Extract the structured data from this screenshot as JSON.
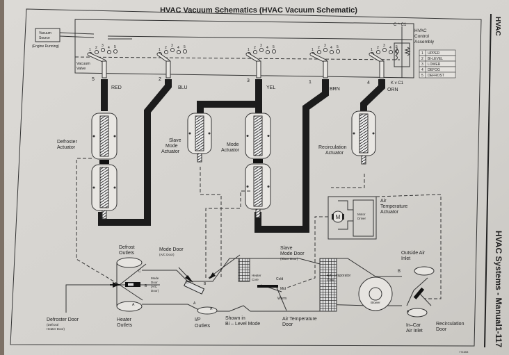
{
  "page": {
    "title": "HVAC Vacuum Schematics (HVAC Vacuum Schematic)",
    "side_tab": "HVAC",
    "side_section": "HVAC Systems - Manual",
    "page_number": "1-117",
    "figure_id": "771653"
  },
  "source": {
    "label_line1": "Vacuum",
    "label_line2": "Source",
    "note": "(Engine Running)"
  },
  "vacuum_valve_label": {
    "line1": "Vacuum",
    "line2": "Valve"
  },
  "port_numbers": [
    "1",
    "2",
    "3",
    "4",
    "5"
  ],
  "valves": [
    {
      "number": "5",
      "color": "RED"
    },
    {
      "number": "2",
      "color": "BLU"
    },
    {
      "number": "3",
      "color": "YEL"
    },
    {
      "number": "1",
      "color": "BRN"
    },
    {
      "number": "4",
      "color": "ORN"
    }
  ],
  "control_assembly": {
    "line1": "HVAC",
    "line2": "Control",
    "line3": "Assembly",
    "top_connector": "C ^ C1",
    "bottom_connector": "K v C1"
  },
  "mode_legend": [
    {
      "num": "1",
      "label": "UPPER"
    },
    {
      "num": "2",
      "label": "BI-LEVEL"
    },
    {
      "num": "3",
      "label": "LOWER"
    },
    {
      "num": "4",
      "label": "DEFOG"
    },
    {
      "num": "5",
      "label": "DEFROST"
    }
  ],
  "actuators": {
    "defroster": {
      "line1": "Defroster",
      "line2": "Actuator"
    },
    "slave_mode": {
      "line1": "Slave",
      "line2": "Mode",
      "line3": "Actuator"
    },
    "mode": {
      "line1": "Mode",
      "line2": "Actuator"
    },
    "recirculation": {
      "line1": "Recirculation",
      "line2": "Actuator"
    },
    "air_temp": {
      "line1": "Air",
      "line2": "Temperature",
      "line3": "Actuator",
      "motor": "M",
      "driver1": "Motor",
      "driver2": "Driver"
    }
  },
  "ducts": {
    "defrost_outlets": {
      "line1": "Defrost",
      "line2": "Outlets"
    },
    "heater_outlets": {
      "line1": "Heater",
      "line2": "Outlets"
    },
    "mode_door_side": {
      "line1": "Mode",
      "line2": "Door",
      "line3": "(A/C",
      "line4": "Door)"
    },
    "mode_door_top": {
      "line1": "Mode Door",
      "line2": "(A/C Door)"
    },
    "defroster_door": {
      "line1": "Defroster Door",
      "line2": "(Defrost/",
      "line3": "Heater Door)"
    },
    "ip_outlets": {
      "line1": "I/P",
      "line2": "Outlets"
    },
    "shown_in": {
      "line1": "Shown in",
      "line2": "Bi – Level Mode"
    },
    "slave_mode_door": {
      "line1": "Slave",
      "line2": "Mode Door",
      "line3": "(Slave Door)"
    },
    "heater_core": {
      "line1": "Heater",
      "line2": "Core"
    },
    "temp_positions": [
      "Cold",
      "Mid",
      "Warm"
    ],
    "air_temp_door": {
      "line1": "Air Temperature",
      "line2": "Door"
    },
    "evaporator": {
      "line1": "A/C Evaporator",
      "line2": "Core"
    },
    "blower": "Blower",
    "outside_air": {
      "line1": "Outside Air",
      "line2": "Inlet"
    },
    "in_car_air": {
      "line1": "In–Car",
      "line2": "Air Inlet"
    },
    "recirc_door": {
      "line1": "Recirculation",
      "line2": "Door"
    },
    "letters": {
      "a": "A",
      "b": "B",
      "c": "C"
    }
  }
}
